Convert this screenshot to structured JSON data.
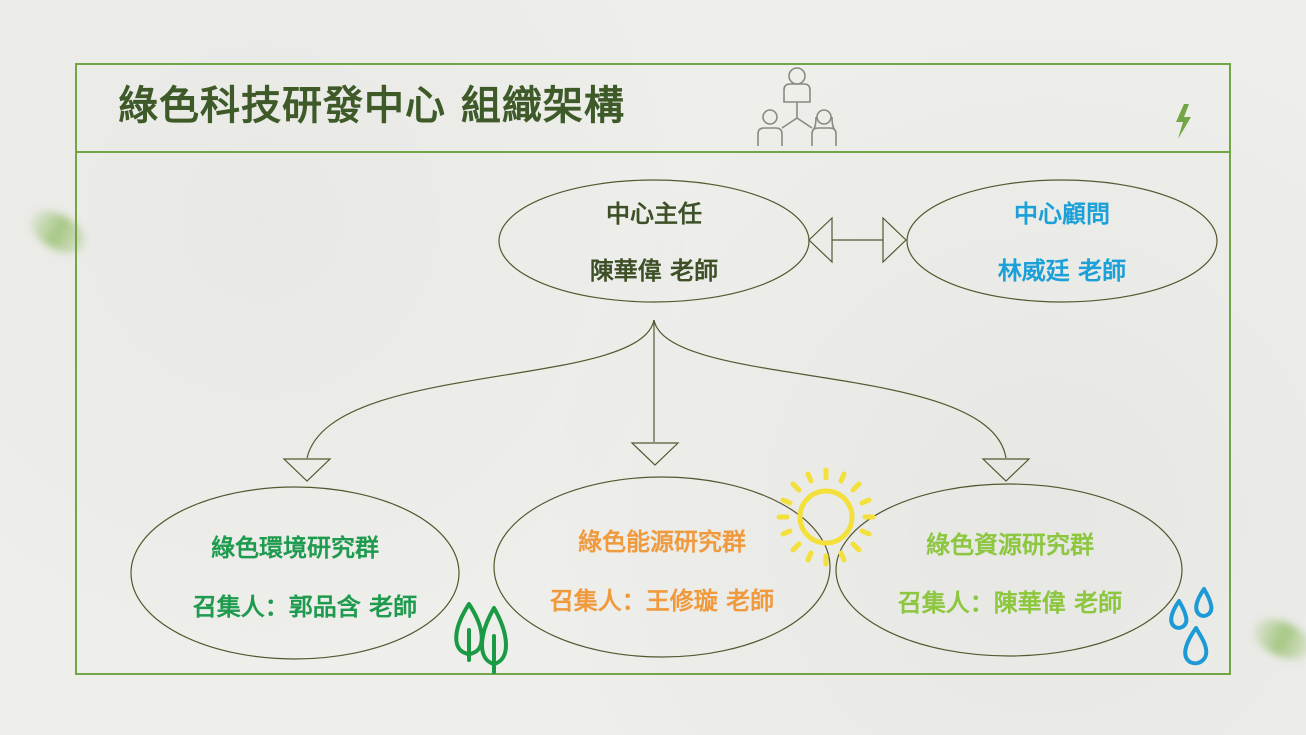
{
  "title": "綠色科技研發中心 組織架構",
  "director": {
    "role": "中心主任",
    "name": "陳華偉 老師"
  },
  "advisor": {
    "role": "中心顧問",
    "name": "林威廷 老師"
  },
  "groups": [
    {
      "name": "綠色環境研究群",
      "convener": "召集人：郭品含 老師",
      "color": "#1e9b4e"
    },
    {
      "name": "綠色能源研究群",
      "convener": "召集人：王修璇 老師",
      "color": "#f09a3e"
    },
    {
      "name": "綠色資源研究群",
      "convener": "召集人：陳華偉 老師",
      "color": "#8dc63f"
    }
  ],
  "colors": {
    "frame": "#72a543",
    "title": "#3f5a29",
    "director_text": "#3e5027",
    "advisor_text": "#1ba0d8",
    "connector": "#56572f"
  },
  "icons": [
    "people-org-icon",
    "lightning-icon",
    "sun-icon",
    "tree-icon",
    "water-drops-icon"
  ]
}
